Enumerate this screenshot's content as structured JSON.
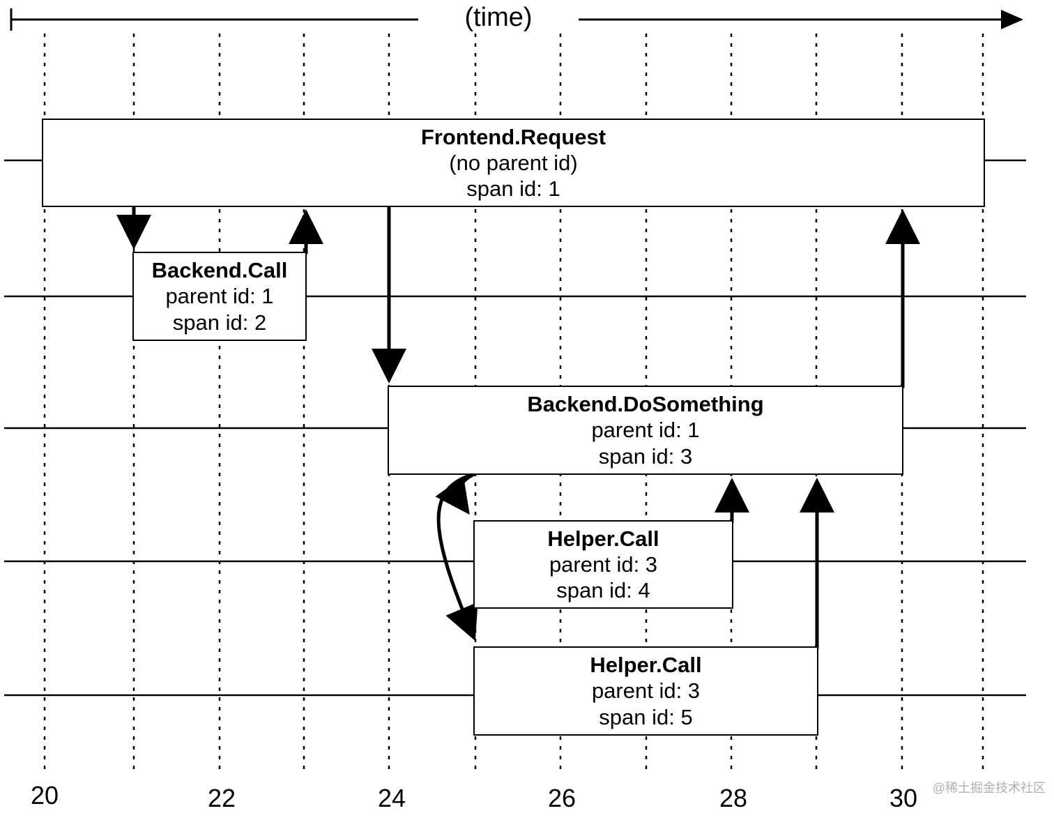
{
  "axis": {
    "label": "(time)",
    "ticks": [
      "20",
      "22",
      "24",
      "26",
      "28",
      "30"
    ]
  },
  "spans": [
    {
      "name": "Frontend.Request",
      "parent": "(no parent id)",
      "span": "span id: 1"
    },
    {
      "name": "Backend.Call",
      "parent": "parent id: 1",
      "span": "span id: 2"
    },
    {
      "name": "Backend.DoSomething",
      "parent": "parent id: 1",
      "span": "span id: 3"
    },
    {
      "name": "Helper.Call",
      "parent": "parent id: 3",
      "span": "span id: 4"
    },
    {
      "name": "Helper.Call",
      "parent": "parent id: 3",
      "span": "span id: 5"
    }
  ],
  "watermark": "@稀土掘金技术社区"
}
